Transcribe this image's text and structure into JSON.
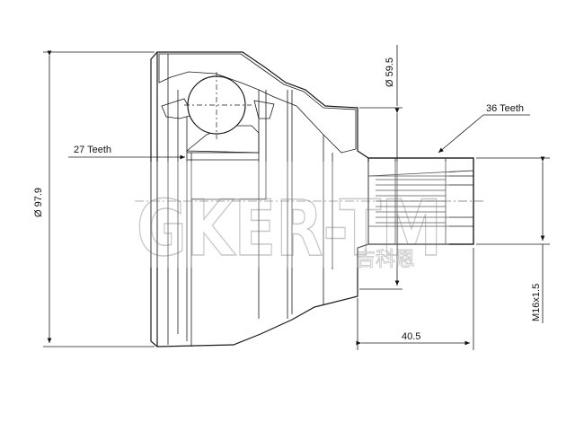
{
  "labels": {
    "outer_diameter": "Ø 97.9",
    "bore_diameter": "Ø 59.5",
    "inner_teeth": "27 Teeth",
    "outer_teeth": "36 Teeth",
    "thread": "M16x1.5",
    "shaft_length": "40.5"
  },
  "watermark": {
    "text": "GKER-TM",
    "chinese": "吉科恩"
  },
  "colors": {
    "ink": "#1a1a1a",
    "watermark": "#cfcfcf"
  }
}
